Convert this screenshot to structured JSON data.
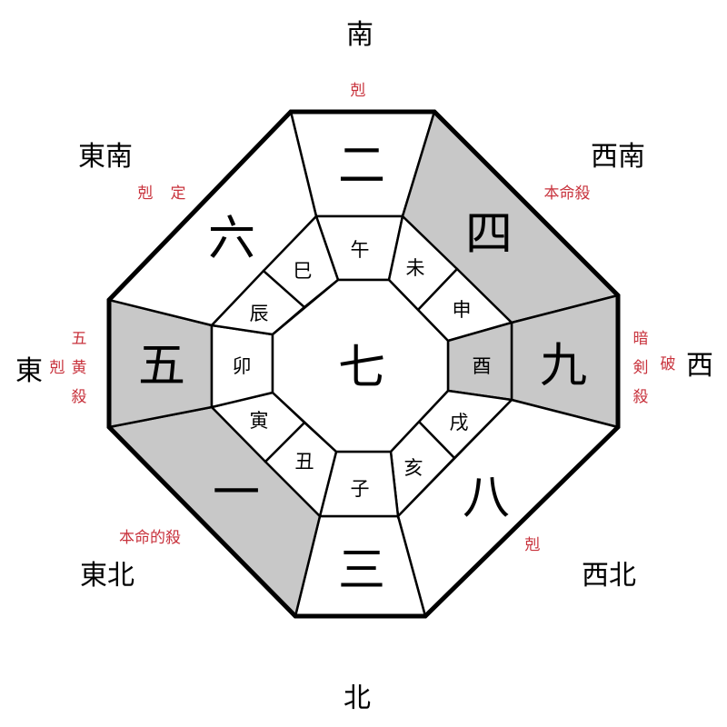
{
  "directions": {
    "south": "南",
    "southwest": "西南",
    "west": "西",
    "northwest": "西北",
    "north": "北",
    "northeast": "東北",
    "east": "東",
    "southeast": "東南"
  },
  "stars": {
    "center": "七",
    "south": "二",
    "southwest": "四",
    "west": "九",
    "northwest": "八",
    "north": "三",
    "northeast": "一",
    "east": "五",
    "southeast": "六"
  },
  "branches": [
    "午",
    "未",
    "申",
    "酉",
    "戌",
    "亥",
    "子",
    "丑",
    "寅",
    "卯",
    "辰",
    "巳"
  ],
  "annotations": {
    "south": "剋",
    "southeast": [
      "剋",
      "定"
    ],
    "southwest": "本命殺",
    "east_vertical": [
      "五",
      "黄",
      "殺"
    ],
    "east_extra": "剋",
    "west_vertical": [
      "暗",
      "剣",
      "殺"
    ],
    "west_extra": "破",
    "northeast": "本命的殺",
    "northwest": "剋"
  },
  "colors": {
    "shaded": "#c8c8c8",
    "annotation": "#c8323c"
  }
}
